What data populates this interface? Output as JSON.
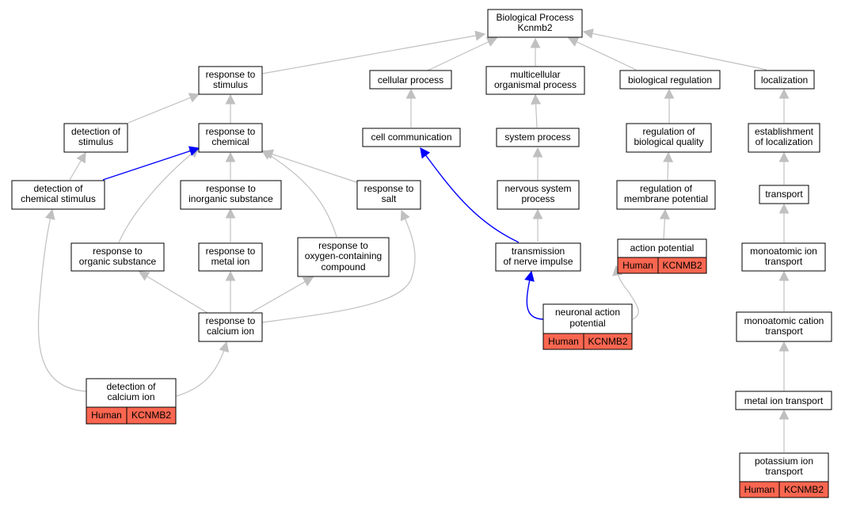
{
  "colors": {
    "edge_default": "#c0c0c0",
    "edge_highlight": "#0000ff",
    "annotation_fill": "#fa6650"
  },
  "nodes": {
    "root": [
      "Biological Process",
      "Kcnmb2"
    ],
    "response_to_stimulus": [
      "response to",
      "stimulus"
    ],
    "cellular_process": [
      "cellular process"
    ],
    "multicellular_organismal_process": [
      "multicellular",
      "organismal process"
    ],
    "biological_regulation": [
      "biological regulation"
    ],
    "localization": [
      "localization"
    ],
    "detection_of_stimulus": [
      "detection of",
      "stimulus"
    ],
    "response_to_chemical": [
      "response to",
      "chemical"
    ],
    "cell_communication": [
      "cell communication"
    ],
    "system_process": [
      "system process"
    ],
    "regulation_of_biological_quality": [
      "regulation of",
      "biological quality"
    ],
    "establishment_of_localization": [
      "establishment",
      "of localization"
    ],
    "detection_of_chemical_stimulus": [
      "detection of",
      "chemical stimulus"
    ],
    "response_to_inorganic_substance": [
      "response to",
      "inorganic substance"
    ],
    "response_to_salt": [
      "response to",
      "salt"
    ],
    "nervous_system_process": [
      "nervous system",
      "process"
    ],
    "regulation_of_membrane_potential": [
      "regulation of",
      "membrane potential"
    ],
    "transport": [
      "transport"
    ],
    "response_to_organic_substance": [
      "response to",
      "organic substance"
    ],
    "response_to_metal_ion": [
      "response to",
      "metal ion"
    ],
    "response_to_oxygen_containing_compound": [
      "response to",
      "oxygen-containing",
      "compound"
    ],
    "transmission_of_nerve_impulse": [
      "transmission",
      "of nerve impulse"
    ],
    "action_potential": [
      "action potential"
    ],
    "monoatomic_ion_transport": [
      "monoatomic ion",
      "transport"
    ],
    "response_to_calcium_ion": [
      "response to",
      "calcium ion"
    ],
    "neuronal_action_potential": [
      "neuronal action",
      "potential"
    ],
    "monoatomic_cation_transport": [
      "monoatomic cation",
      "transport"
    ],
    "detection_of_calcium_ion": [
      "detection of",
      "calcium ion"
    ],
    "metal_ion_transport": [
      "metal ion transport"
    ],
    "potassium_ion_transport": [
      "potassium ion",
      "transport"
    ]
  },
  "annotations": {
    "species": "Human",
    "gene": "KCNMB2"
  }
}
